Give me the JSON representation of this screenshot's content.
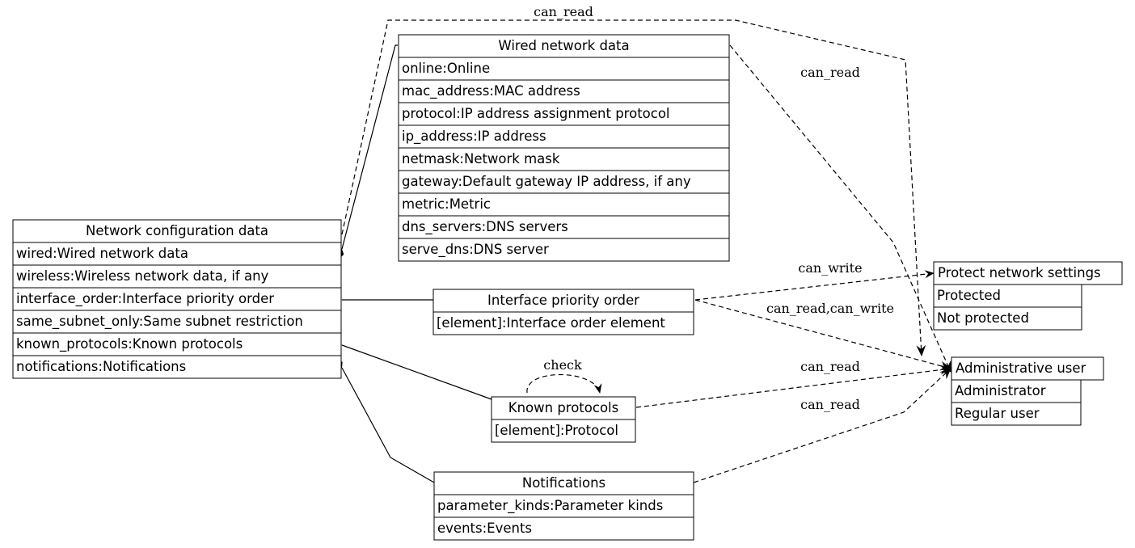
{
  "nodes": {
    "network_config": {
      "title": "Network configuration data",
      "rows": [
        "wired:Wired network data",
        "wireless:Wireless network data, if any",
        "interface_order:Interface priority order",
        "same_subnet_only:Same subnet restriction",
        "known_protocols:Known protocols",
        "notifications:Notifications"
      ]
    },
    "wired": {
      "title": "Wired network data",
      "rows": [
        "online:Online",
        "mac_address:MAC address",
        "protocol:IP address assignment protocol",
        "ip_address:IP address",
        "netmask:Network mask",
        "gateway:Default gateway IP address, if any",
        "metric:Metric",
        "dns_servers:DNS servers",
        "serve_dns:DNS server"
      ]
    },
    "interface_order": {
      "title": "Interface priority order",
      "rows": [
        "[element]:Interface order element"
      ]
    },
    "known_protocols": {
      "title": "Known protocols",
      "rows": [
        "[element]:Protocol"
      ]
    },
    "notifications": {
      "title": "Notifications",
      "rows": [
        "parameter_kinds:Parameter kinds",
        "events:Events"
      ]
    },
    "protect": {
      "title": "Protect network settings",
      "rows": [
        "Protected",
        "Not protected"
      ]
    },
    "admin": {
      "title": "Administrative user",
      "rows": [
        "Administrator",
        "Regular user"
      ]
    }
  },
  "edges": {
    "config_to_admin": "can_read",
    "wired_to_admin": "can_read",
    "iface_to_protect": "can_write",
    "iface_to_admin": "can_read,can_write",
    "protocols_self": "check",
    "protocols_to_admin": "can_read",
    "notifications_to_admin": "can_read"
  }
}
